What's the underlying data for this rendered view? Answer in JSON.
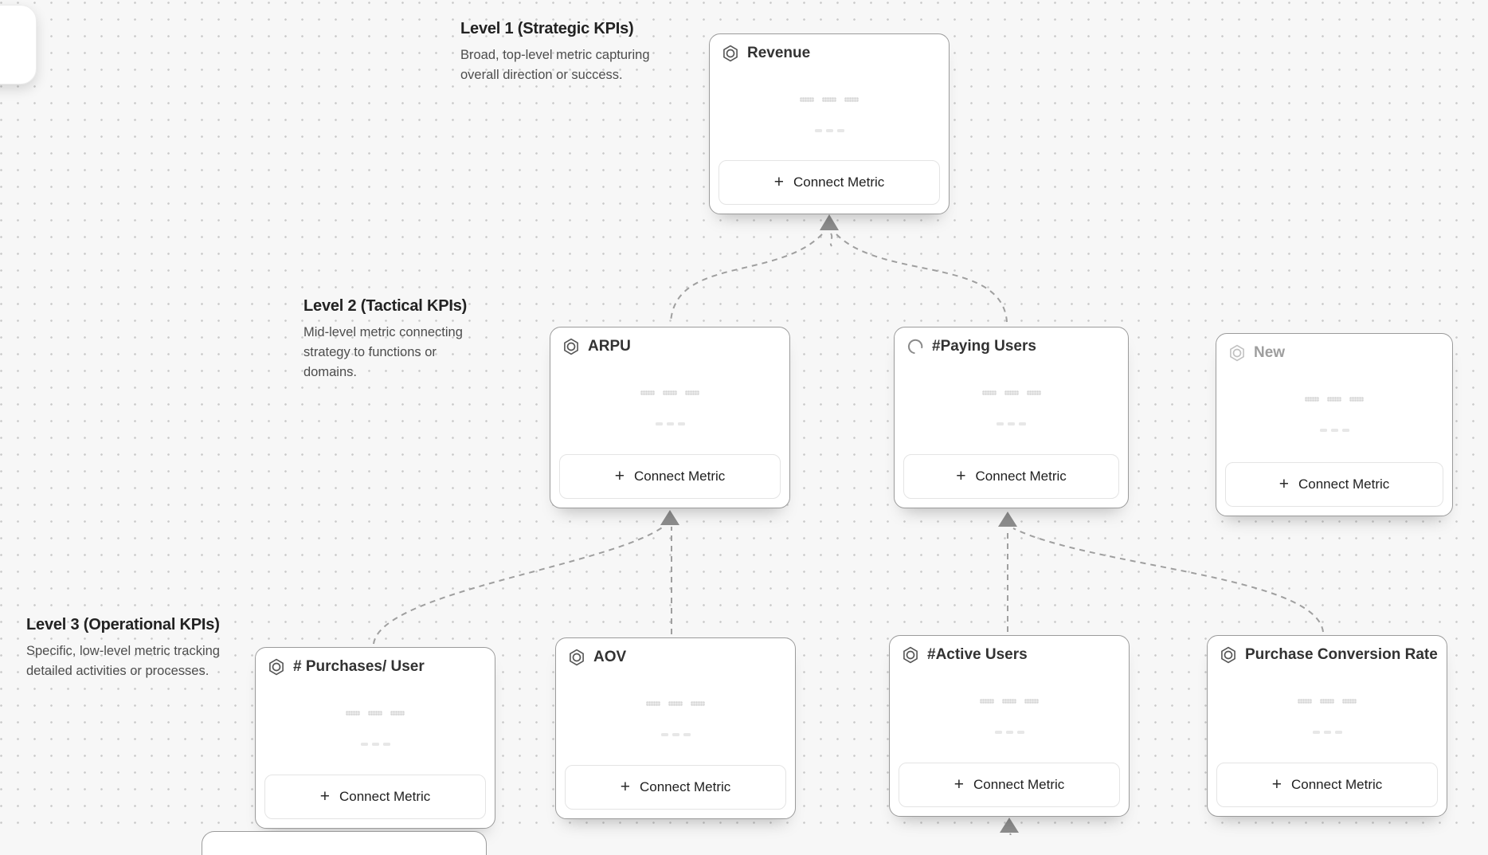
{
  "app": {
    "description_visible": "KPI tree canvas with three metric levels connected by dashed arrows"
  },
  "colors": {
    "canvas_background": "#f7f7f7",
    "grid_dot": "#c9c9c9",
    "card_border": "#9b9b9b",
    "connector": "#9f9f9f",
    "title_text": "#222222",
    "muted_text": "#4d4d4d",
    "draft_title_text": "#9e9e9e"
  },
  "icons": {
    "plus": "+",
    "metric_badge": "hexagon-ring-icon",
    "loading": "spinner-icon"
  },
  "buttons": {
    "connect_metric": "Connect Metric"
  },
  "levels": [
    {
      "title": "Level 1 (Strategic KPIs)",
      "description": "Broad, top-level metric capturing overall direction or success."
    },
    {
      "title": "Level 2 (Tactical KPIs)",
      "description": "Mid-level metric connecting strategy to functions or domains."
    },
    {
      "title": "Level 3 (Operational KPIs)",
      "description": "Specific, low-level metric tracking detailed activities or processes."
    }
  ],
  "cards": [
    {
      "title": "Revenue",
      "level": 1,
      "icon": "hexagon-ring-icon",
      "state": "default"
    },
    {
      "title": "ARPU",
      "level": 2,
      "icon": "hexagon-ring-icon",
      "state": "default"
    },
    {
      "title": "#Paying Users",
      "level": 2,
      "icon": "spinner-icon",
      "state": "loading"
    },
    {
      "title": "New",
      "level": 2,
      "icon": "hexagon-ring-icon",
      "state": "draft"
    },
    {
      "title": "# Purchases/ User",
      "level": 3,
      "icon": "hexagon-ring-icon",
      "state": "default"
    },
    {
      "title": "AOV",
      "level": 3,
      "icon": "hexagon-ring-icon",
      "state": "default"
    },
    {
      "title": "#Active Users",
      "level": 3,
      "icon": "hexagon-ring-icon",
      "state": "default"
    },
    {
      "title": "Purchase Conversion Rate",
      "level": 3,
      "icon": "hexagon-ring-icon",
      "state": "default"
    }
  ]
}
